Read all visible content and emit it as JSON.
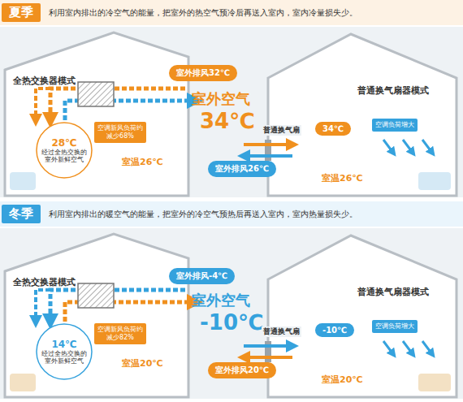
{
  "diagram": {
    "nodes": [
      {
        "text": [
          "夏季"
        ]
      },
      {
        "text": [
          "利用室内排出的冷空气的能量，把室外的热空气预冷后再送入室内，室内冷量损失少。"
        ]
      },
      {
        "text": [
          "室外排风32℃"
        ]
      },
      {
        "text": [
          "空调新风负荷约减少68%"
        ]
      },
      {
        "text": [
          "28℃",
          "经过全热交换的室外新鲜空气"
        ]
      },
      {
        "text": [
          "室外排风26℃"
        ]
      },
      {
        "text": [
          "34℃"
        ]
      },
      {
        "text": [
          "空调负荷增大"
        ]
      },
      {
        "text": [
          "冬季"
        ]
      },
      {
        "text": [
          "利用室内排出的暖空气的能量，把室外的冷空气预热后再送入室内，室内热量损失少。"
        ]
      },
      {
        "text": [
          "室外排风-4℃"
        ]
      },
      {
        "text": [
          "空调新风负荷约减少82%"
        ]
      },
      {
        "text": [
          "14℃",
          "经过全热交换的室外新鲜空气"
        ]
      },
      {
        "text": [
          "-10℃"
        ]
      },
      {
        "text": [
          "空调负荷增大"
        ]
      },
      {
        "text": [
          "室外排风20℃"
        ]
      }
    ],
    "labels": [
      "全热交换器模式",
      "室外空气",
      "34℃",
      "室温26℃",
      "普通换气扇",
      "室温26℃",
      "普通换气扇器模式",
      "全热交换器模式",
      "室外空气",
      "-10℃",
      "室温20℃",
      "普通换气扇",
      "室温20℃",
      "普通换气扇器模式"
    ]
  }
}
